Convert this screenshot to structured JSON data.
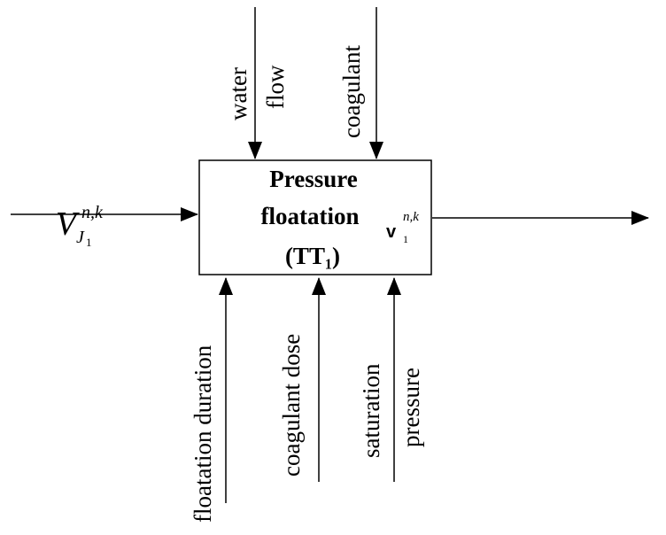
{
  "block": {
    "title_line1": "Pressure",
    "title_line2": "floatation",
    "title_line3": "(TT₁)"
  },
  "inputs_top": {
    "water_flow_line1": "water",
    "water_flow_line2": "flow",
    "coagulant": "coagulant"
  },
  "controls_bottom": {
    "floatation_duration": "floatation duration",
    "coagulant_dose": "coagulant dose",
    "saturation_line1": "saturation",
    "saturation_line2": "pressure"
  },
  "input_left": {
    "symbol": "V",
    "superscript": "n,k",
    "subscript_letter": "J",
    "subscript_index": "1"
  },
  "output_right": {
    "symbol": "v",
    "superscript": "n,k",
    "subscript": "1"
  }
}
